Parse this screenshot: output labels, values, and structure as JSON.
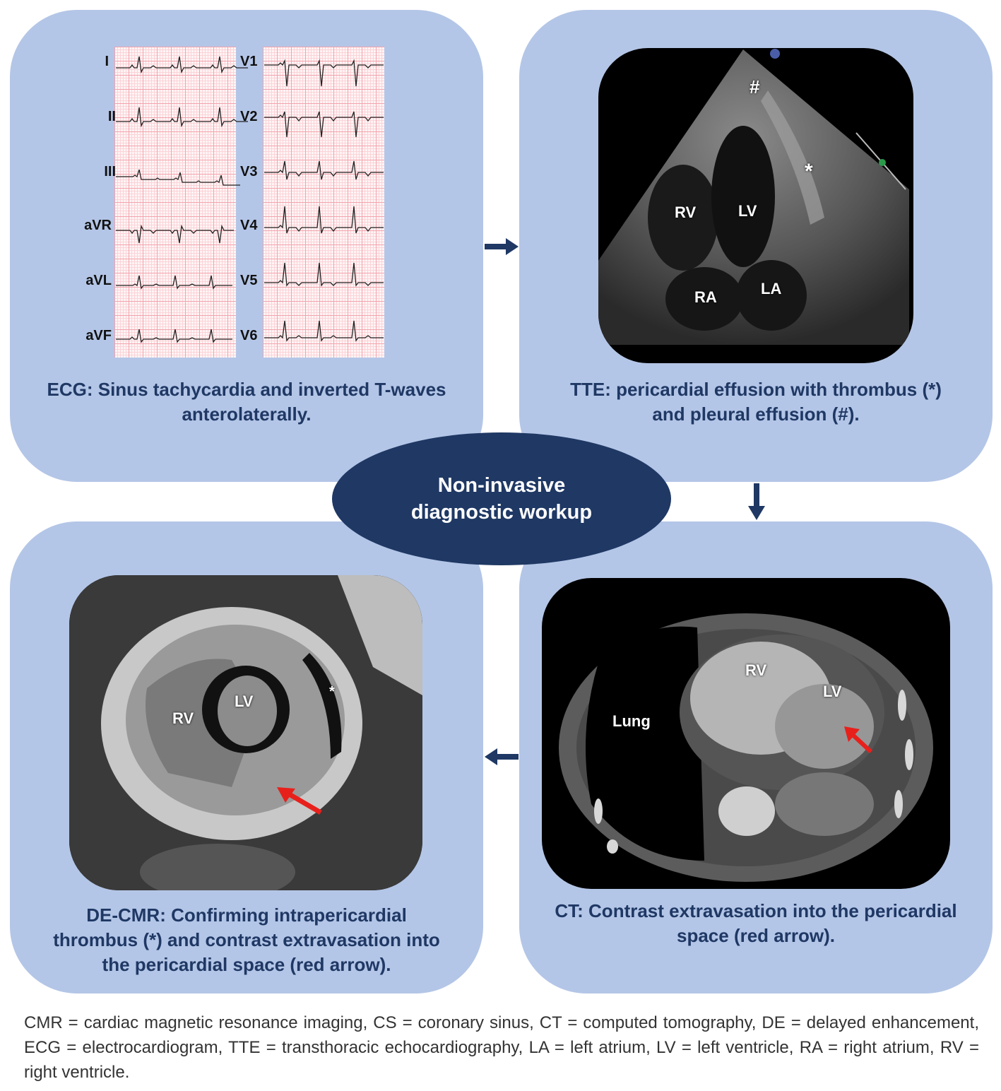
{
  "center_title": "Non-invasive diagnostic workup",
  "ecg": {
    "caption": "ECG: Sinus tachycardia and inverted T-waves anterolaterally.",
    "leads_left": [
      "I",
      "II",
      "III",
      "aVR",
      "aVL",
      "aVF"
    ],
    "leads_right": [
      "V1",
      "V2",
      "V3",
      "V4",
      "V5",
      "V6"
    ]
  },
  "tte": {
    "caption": "TTE: pericardial effusion with thrombus (*) and pleural effusion (#).",
    "labels": {
      "hash": "#",
      "star": "*",
      "rv": "RV",
      "lv": "LV",
      "ra": "RA",
      "la": "LA"
    }
  },
  "ct": {
    "caption": "CT: Contrast extravasation into the pericardial space (red arrow).",
    "labels": {
      "rv": "RV",
      "lv": "LV",
      "lung": "Lung"
    }
  },
  "cmr": {
    "caption": "DE-CMR: Confirming intrapericardial thrombus (*) and contrast extravasation into the pericardial space (red arrow).",
    "labels": {
      "rv": "RV",
      "lv": "LV",
      "star": "*"
    }
  },
  "footnote": "CMR = cardiac magnetic resonance imaging, CS = coronary sinus, CT = computed tomography, DE = delayed enhancement, ECG = electrocardiogram, TTE = transthoracic echocardiography, LA = left atrium, LV = left ventricle, RA = right atrium, RV = right ventricle.",
  "colors": {
    "panel": "#b4c6e7",
    "navy": "#1f3864",
    "arrow_red": "#e8201c"
  }
}
